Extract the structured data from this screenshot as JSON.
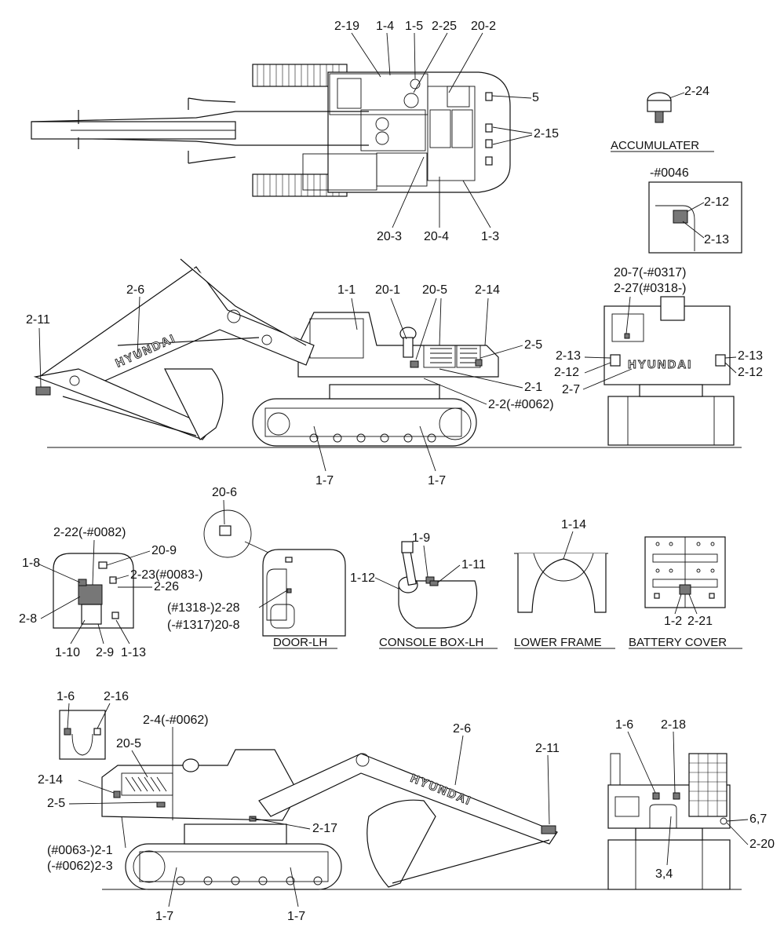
{
  "colors": {
    "ink": "#111111",
    "paper": "#ffffff"
  },
  "top": {
    "callouts": [
      "2-19",
      "1-4",
      "1-5",
      "2-25",
      "20-2",
      "5",
      "2-15",
      "20-3",
      "20-4",
      "1-3"
    ]
  },
  "accumulator": {
    "callout": "2-24",
    "caption": "ACCUMULATER"
  },
  "serial_box": {
    "serial": "-#0046",
    "callout_a": "2-12",
    "callout_b": "2-13"
  },
  "side_view": {
    "callouts": [
      "2-6",
      "2-11",
      "1-1",
      "20-1",
      "20-5",
      "2-14",
      "2-5",
      "2-1",
      "2-2(-#0062)",
      "1-7",
      "1-7"
    ],
    "logo": "HYUNDAI"
  },
  "rear_view": {
    "callouts": [
      "20-7(-#0317)",
      "2-27(#0318-)",
      "2-13",
      "2-12",
      "2-7",
      "2-13",
      "2-12"
    ],
    "logo": "HYUNDAI"
  },
  "cab_interior": {
    "callouts": [
      "2-22(-#0082)",
      "20-9",
      "1-8",
      "2-23(#0083-)",
      "2-26",
      "2-8",
      "1-10",
      "2-9",
      "1-13"
    ]
  },
  "door": {
    "callouts": [
      "20-6",
      "(#1318-)2-28",
      "(-#1317)20-8"
    ],
    "caption": "DOOR-LH"
  },
  "console": {
    "callouts": [
      "1-9",
      "1-11",
      "1-12"
    ],
    "caption": "CONSOLE BOX-LH"
  },
  "lower_frame": {
    "callout": "1-14",
    "caption": "LOWER FRAME"
  },
  "battery_cover": {
    "callouts": [
      "1-2",
      "2-21"
    ],
    "caption": "BATTERY COVER"
  },
  "cover_inset": {
    "callouts": [
      "1-6",
      "2-16"
    ]
  },
  "side_view_rh": {
    "callouts": [
      "2-4(-#0062)",
      "20-5",
      "2-14",
      "2-5",
      "(#0063-)2-1",
      "(-#0062)2-3",
      "2-17",
      "2-6",
      "2-11",
      "1-7",
      "1-7"
    ],
    "logo": "HYUNDAI"
  },
  "front_view": {
    "callouts": [
      "1-6",
      "2-18",
      "6,7",
      "2-20",
      "3,4"
    ]
  }
}
